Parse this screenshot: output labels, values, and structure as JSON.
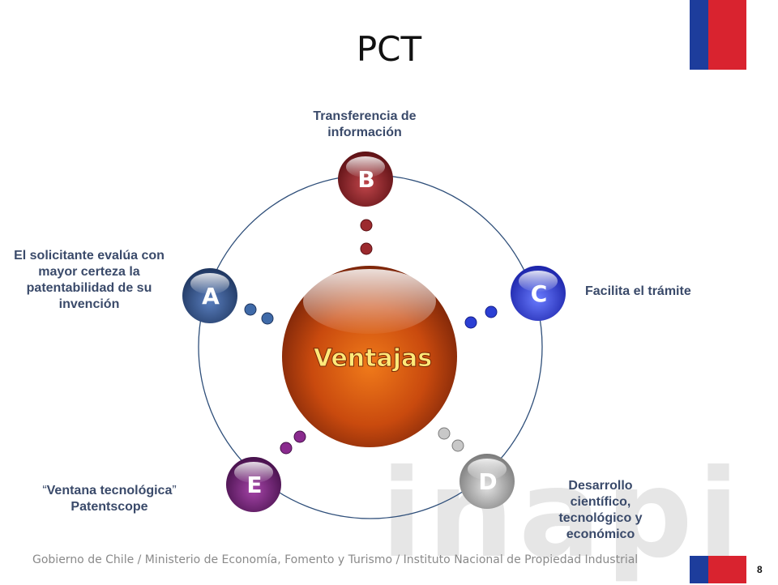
{
  "title": "PCT",
  "center_label": "Ventajas",
  "nodes": {
    "a": {
      "letter": "A",
      "label": "El solicitante evalúa con mayor certeza la patentabilidad de su invención",
      "color": "#2e4f86"
    },
    "b": {
      "letter": "B",
      "label": "Transferencia de información",
      "color": "#8a1f24"
    },
    "c": {
      "letter": "C",
      "label": "Facilita el trámite",
      "color": "#2b3fd4"
    },
    "d": {
      "letter": "D",
      "label": "Desarrollo científico, tecnológico y económico",
      "color": "#a7a7a7"
    },
    "e": {
      "letter": "E",
      "label_open_quote": "“",
      "label_line1": "Ventana tecnológica",
      "label_close_quote": "”",
      "label_line2": "Patentscope",
      "color": "#6a1b6e"
    }
  },
  "center_color": "#d9540f",
  "watermark": "inapi",
  "footer": "Gobierno de Chile / Ministerio de Economía, Fomento y Turismo / Instituto Nacional de Propiedad Industrial",
  "page_number": "8"
}
